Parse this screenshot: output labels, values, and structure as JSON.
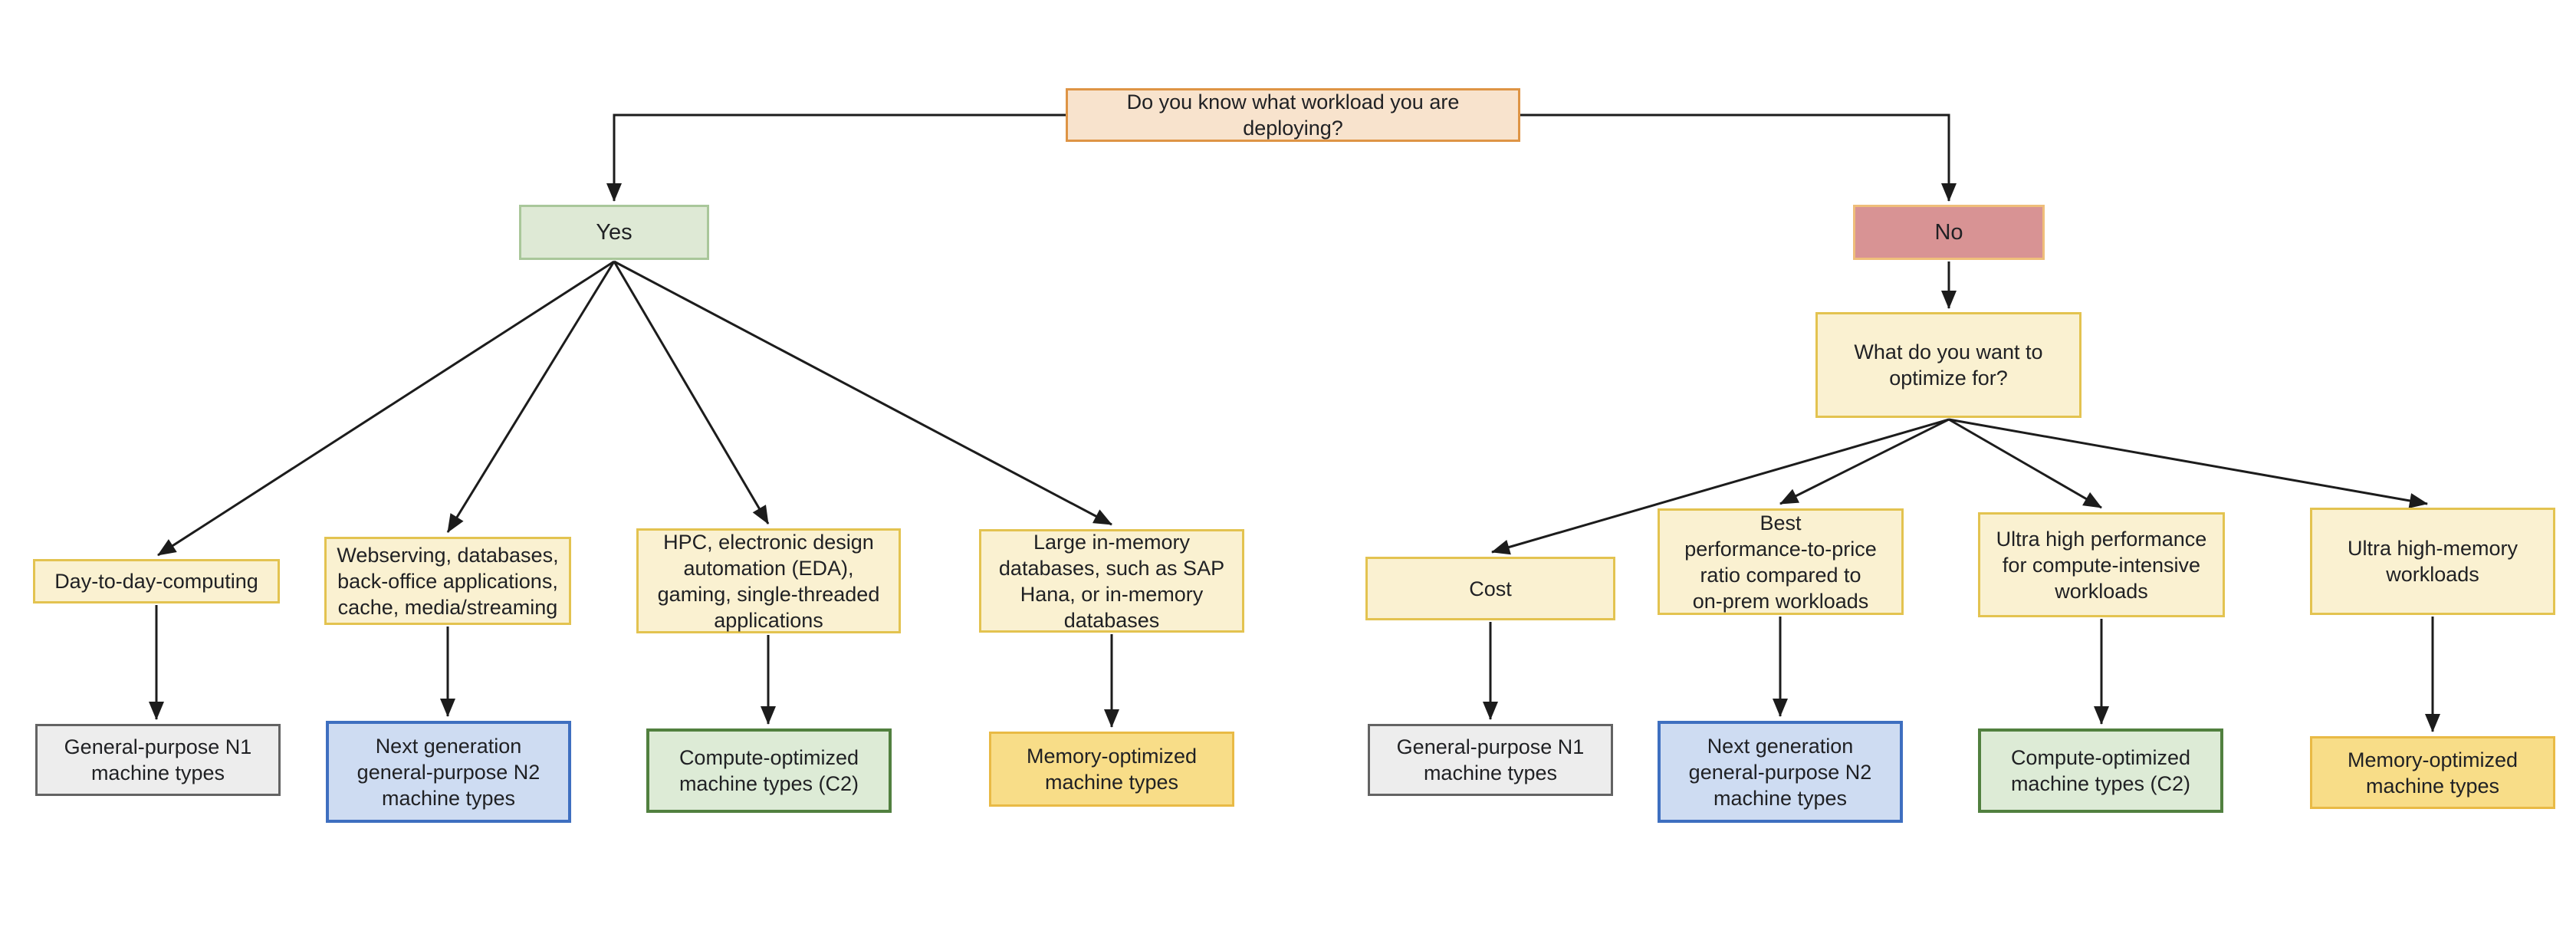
{
  "diagram": {
    "type": "decision-tree",
    "edge_color": "#1c1c1c",
    "nodes": {
      "question": {
        "label": "Do you know what workload you are deploying?",
        "fill": "#f8e3cd",
        "border": "#de9445"
      },
      "yes": {
        "label": "Yes",
        "fill": "#dee9d5",
        "border": "#a9c79a"
      },
      "no": {
        "label": "No",
        "fill": "#d89394",
        "border": "#efbe7a"
      },
      "optimize": {
        "label": "What do you want to\noptimize for?",
        "fill": "#faf1d1",
        "border": "#e3c350"
      },
      "day": {
        "label": "Day-to-day-computing",
        "fill": "#faf1d1",
        "border": "#e3c350"
      },
      "web": {
        "label": "Webserving, databases,\nback-office applications,\ncache, media/streaming",
        "fill": "#faf1d1",
        "border": "#e3c350"
      },
      "hpc": {
        "label": "HPC, electronic design\nautomation (EDA),\ngaming, single-threaded\napplications",
        "fill": "#faf1d1",
        "border": "#e3c350"
      },
      "large": {
        "label": "Large in-memory\ndatabases, such as SAP\nHana, or in-memory\ndatabases",
        "fill": "#faf1d1",
        "border": "#e3c350"
      },
      "cost": {
        "label": "Cost",
        "fill": "#faf1d1",
        "border": "#e3c350"
      },
      "best": {
        "label": "Best\nperformance-to-price\nratio compared to\non-prem workloads",
        "fill": "#faf1d1",
        "border": "#e3c350"
      },
      "ultra_perf": {
        "label": "Ultra high performance\nfor compute-intensive\nworkloads",
        "fill": "#faf1d1",
        "border": "#e3c350"
      },
      "ultra_mem": {
        "label": "Ultra high-memory\nworkloads",
        "fill": "#faf1d1",
        "border": "#e3c350"
      },
      "n1_left": {
        "label": "General-purpose N1\nmachine types",
        "fill": "#ededed",
        "border": "#636363"
      },
      "n2_left": {
        "label": "Next generation\ngeneral-purpose N2\nmachine types",
        "fill": "#cedcf2",
        "border": "#3e6fc0"
      },
      "c2_left": {
        "label": "Compute-optimized\nmachine types (C2)",
        "fill": "#ddebd6",
        "border": "#51803f"
      },
      "mem_left": {
        "label": "Memory-optimized\nmachine types",
        "fill": "#f8dd88",
        "border": "#e9ba45"
      },
      "n1_right": {
        "label": "General-purpose N1\nmachine types",
        "fill": "#ededed",
        "border": "#636363"
      },
      "n2_right": {
        "label": "Next generation\ngeneral-purpose N2\nmachine types",
        "fill": "#cedcf2",
        "border": "#3e6fc0"
      },
      "c2_right": {
        "label": "Compute-optimized\nmachine types (C2)",
        "fill": "#ddebd6",
        "border": "#51803f"
      },
      "mem_right": {
        "label": "Memory-optimized\nmachine types",
        "fill": "#f8dd88",
        "border": "#e9ba45"
      }
    },
    "edges": [
      {
        "from": "question",
        "to": "yes"
      },
      {
        "from": "question",
        "to": "no"
      },
      {
        "from": "no",
        "to": "optimize"
      },
      {
        "from": "yes",
        "to": "day"
      },
      {
        "from": "yes",
        "to": "web"
      },
      {
        "from": "yes",
        "to": "hpc"
      },
      {
        "from": "yes",
        "to": "large"
      },
      {
        "from": "optimize",
        "to": "cost"
      },
      {
        "from": "optimize",
        "to": "best"
      },
      {
        "from": "optimize",
        "to": "ultra_perf"
      },
      {
        "from": "optimize",
        "to": "ultra_mem"
      },
      {
        "from": "day",
        "to": "n1_left"
      },
      {
        "from": "web",
        "to": "n2_left"
      },
      {
        "from": "hpc",
        "to": "c2_left"
      },
      {
        "from": "large",
        "to": "mem_left"
      },
      {
        "from": "cost",
        "to": "n1_right"
      },
      {
        "from": "best",
        "to": "n2_right"
      },
      {
        "from": "ultra_perf",
        "to": "c2_right"
      },
      {
        "from": "ultra_mem",
        "to": "mem_right"
      }
    ]
  }
}
